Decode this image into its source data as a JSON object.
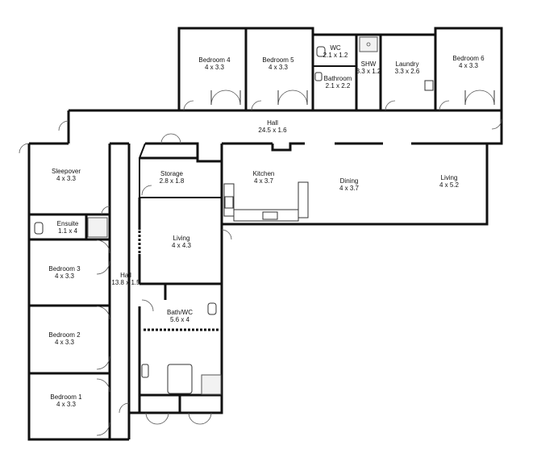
{
  "rooms": {
    "bedroom4": {
      "name": "Bedroom 4",
      "size": "4 x 3.3"
    },
    "bedroom5": {
      "name": "Bedroom 5",
      "size": "4 x 3.3"
    },
    "wc": {
      "name": "WC",
      "size": "2.1 x 1.2"
    },
    "bathroom": {
      "name": "Bathroom",
      "size": "2.1 x 2.2"
    },
    "shw": {
      "name": "SHW",
      "size": "3.3 x 1.2"
    },
    "laundry": {
      "name": "Laundry",
      "size": "3.3 x 2.6"
    },
    "bedroom6": {
      "name": "Bedroom 6",
      "size": "4 x 3.3"
    },
    "hall_top": {
      "name": "Hall",
      "size": "24.5 x 1.6"
    },
    "sleepover": {
      "name": "Sleepover",
      "size": "4 x 3.3"
    },
    "storage": {
      "name": "Storage",
      "size": "2.8 x 1.8"
    },
    "kitchen": {
      "name": "Kitchen",
      "size": "4 x 3.7"
    },
    "dining": {
      "name": "Dining",
      "size": "4 x 3.7"
    },
    "living_right": {
      "name": "Living",
      "size": "4 x 5.2"
    },
    "ensuite": {
      "name": "Ensuite",
      "size": "1.1 x 4"
    },
    "living_mid": {
      "name": "Living",
      "size": "4 x 4.3"
    },
    "bedroom3": {
      "name": "Bedroom 3",
      "size": "4 x 3.3"
    },
    "hall_left": {
      "name": "Hall",
      "size": "13.8 x 1.5"
    },
    "bathwc": {
      "name": "Bath/WC",
      "size": "5.6 x 4"
    },
    "bedroom2": {
      "name": "Bedroom 2",
      "size": "4 x 3.3"
    },
    "bedroom1": {
      "name": "Bedroom 1",
      "size": "4 x 3.3"
    }
  }
}
